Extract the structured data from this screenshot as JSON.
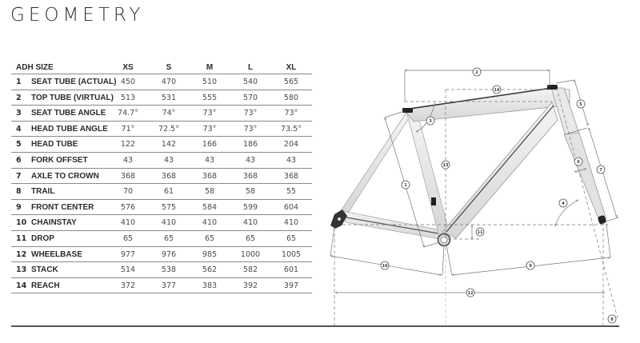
{
  "title": "GEOMETRY",
  "table": {
    "header": {
      "label": "ADH SIZE",
      "sizes": [
        "XS",
        "S",
        "M",
        "L",
        "XL"
      ]
    },
    "rows": [
      {
        "num": "1",
        "label": "SEAT TUBE (ACTUAL)",
        "values": [
          "450",
          "470",
          "510",
          "540",
          "565"
        ]
      },
      {
        "num": "2",
        "label": "TOP TUBE (VIRTUAL)",
        "values": [
          "513",
          "531",
          "555",
          "570",
          "580"
        ]
      },
      {
        "num": "3",
        "label": "SEAT TUBE ANGLE",
        "values": [
          "74.7°",
          "74°",
          "73°",
          "73°",
          "73°"
        ]
      },
      {
        "num": "4",
        "label": "HEAD TUBE ANGLE",
        "values": [
          "71°",
          "72.5°",
          "73°",
          "73°",
          "73.5°"
        ]
      },
      {
        "num": "5",
        "label": "HEAD TUBE",
        "values": [
          "122",
          "142",
          "166",
          "186",
          "204"
        ]
      },
      {
        "num": "6",
        "label": "FORK OFFSET",
        "values": [
          "43",
          "43",
          "43",
          "43",
          "43"
        ]
      },
      {
        "num": "7",
        "label": "AXLE TO CROWN",
        "values": [
          "368",
          "368",
          "368",
          "368",
          "368"
        ]
      },
      {
        "num": "8",
        "label": "TRAIL",
        "values": [
          "70",
          "61",
          "58",
          "58",
          "55"
        ]
      },
      {
        "num": "9",
        "label": "FRONT CENTER",
        "values": [
          "576",
          "575",
          "584",
          "599",
          "604"
        ]
      },
      {
        "num": "10",
        "label": "CHAINSTAY",
        "values": [
          "410",
          "410",
          "410",
          "410",
          "410"
        ]
      },
      {
        "num": "11",
        "label": "DROP",
        "values": [
          "65",
          "65",
          "65",
          "65",
          "65"
        ]
      },
      {
        "num": "12",
        "label": "WHEELBASE",
        "values": [
          "977",
          "976",
          "985",
          "1000",
          "1005"
        ]
      },
      {
        "num": "13",
        "label": "STACK",
        "values": [
          "514",
          "538",
          "562",
          "582",
          "601"
        ]
      },
      {
        "num": "14",
        "label": "REACH",
        "values": [
          "372",
          "377",
          "383",
          "392",
          "397"
        ]
      }
    ]
  },
  "diagram": {
    "callouts": {
      "c1": "1",
      "c2": "2",
      "c3": "3",
      "c4": "4",
      "c5": "5",
      "c6": "6",
      "c7": "7",
      "c8": "8",
      "c9": "9",
      "c10": "10",
      "c11": "11",
      "c12": "12",
      "c13": "13",
      "c14": "14"
    },
    "colors": {
      "frame": "#e6e6e6",
      "frame_edge": "#9a9a9a",
      "dim_line": "#777777",
      "ground": "#555555"
    }
  }
}
